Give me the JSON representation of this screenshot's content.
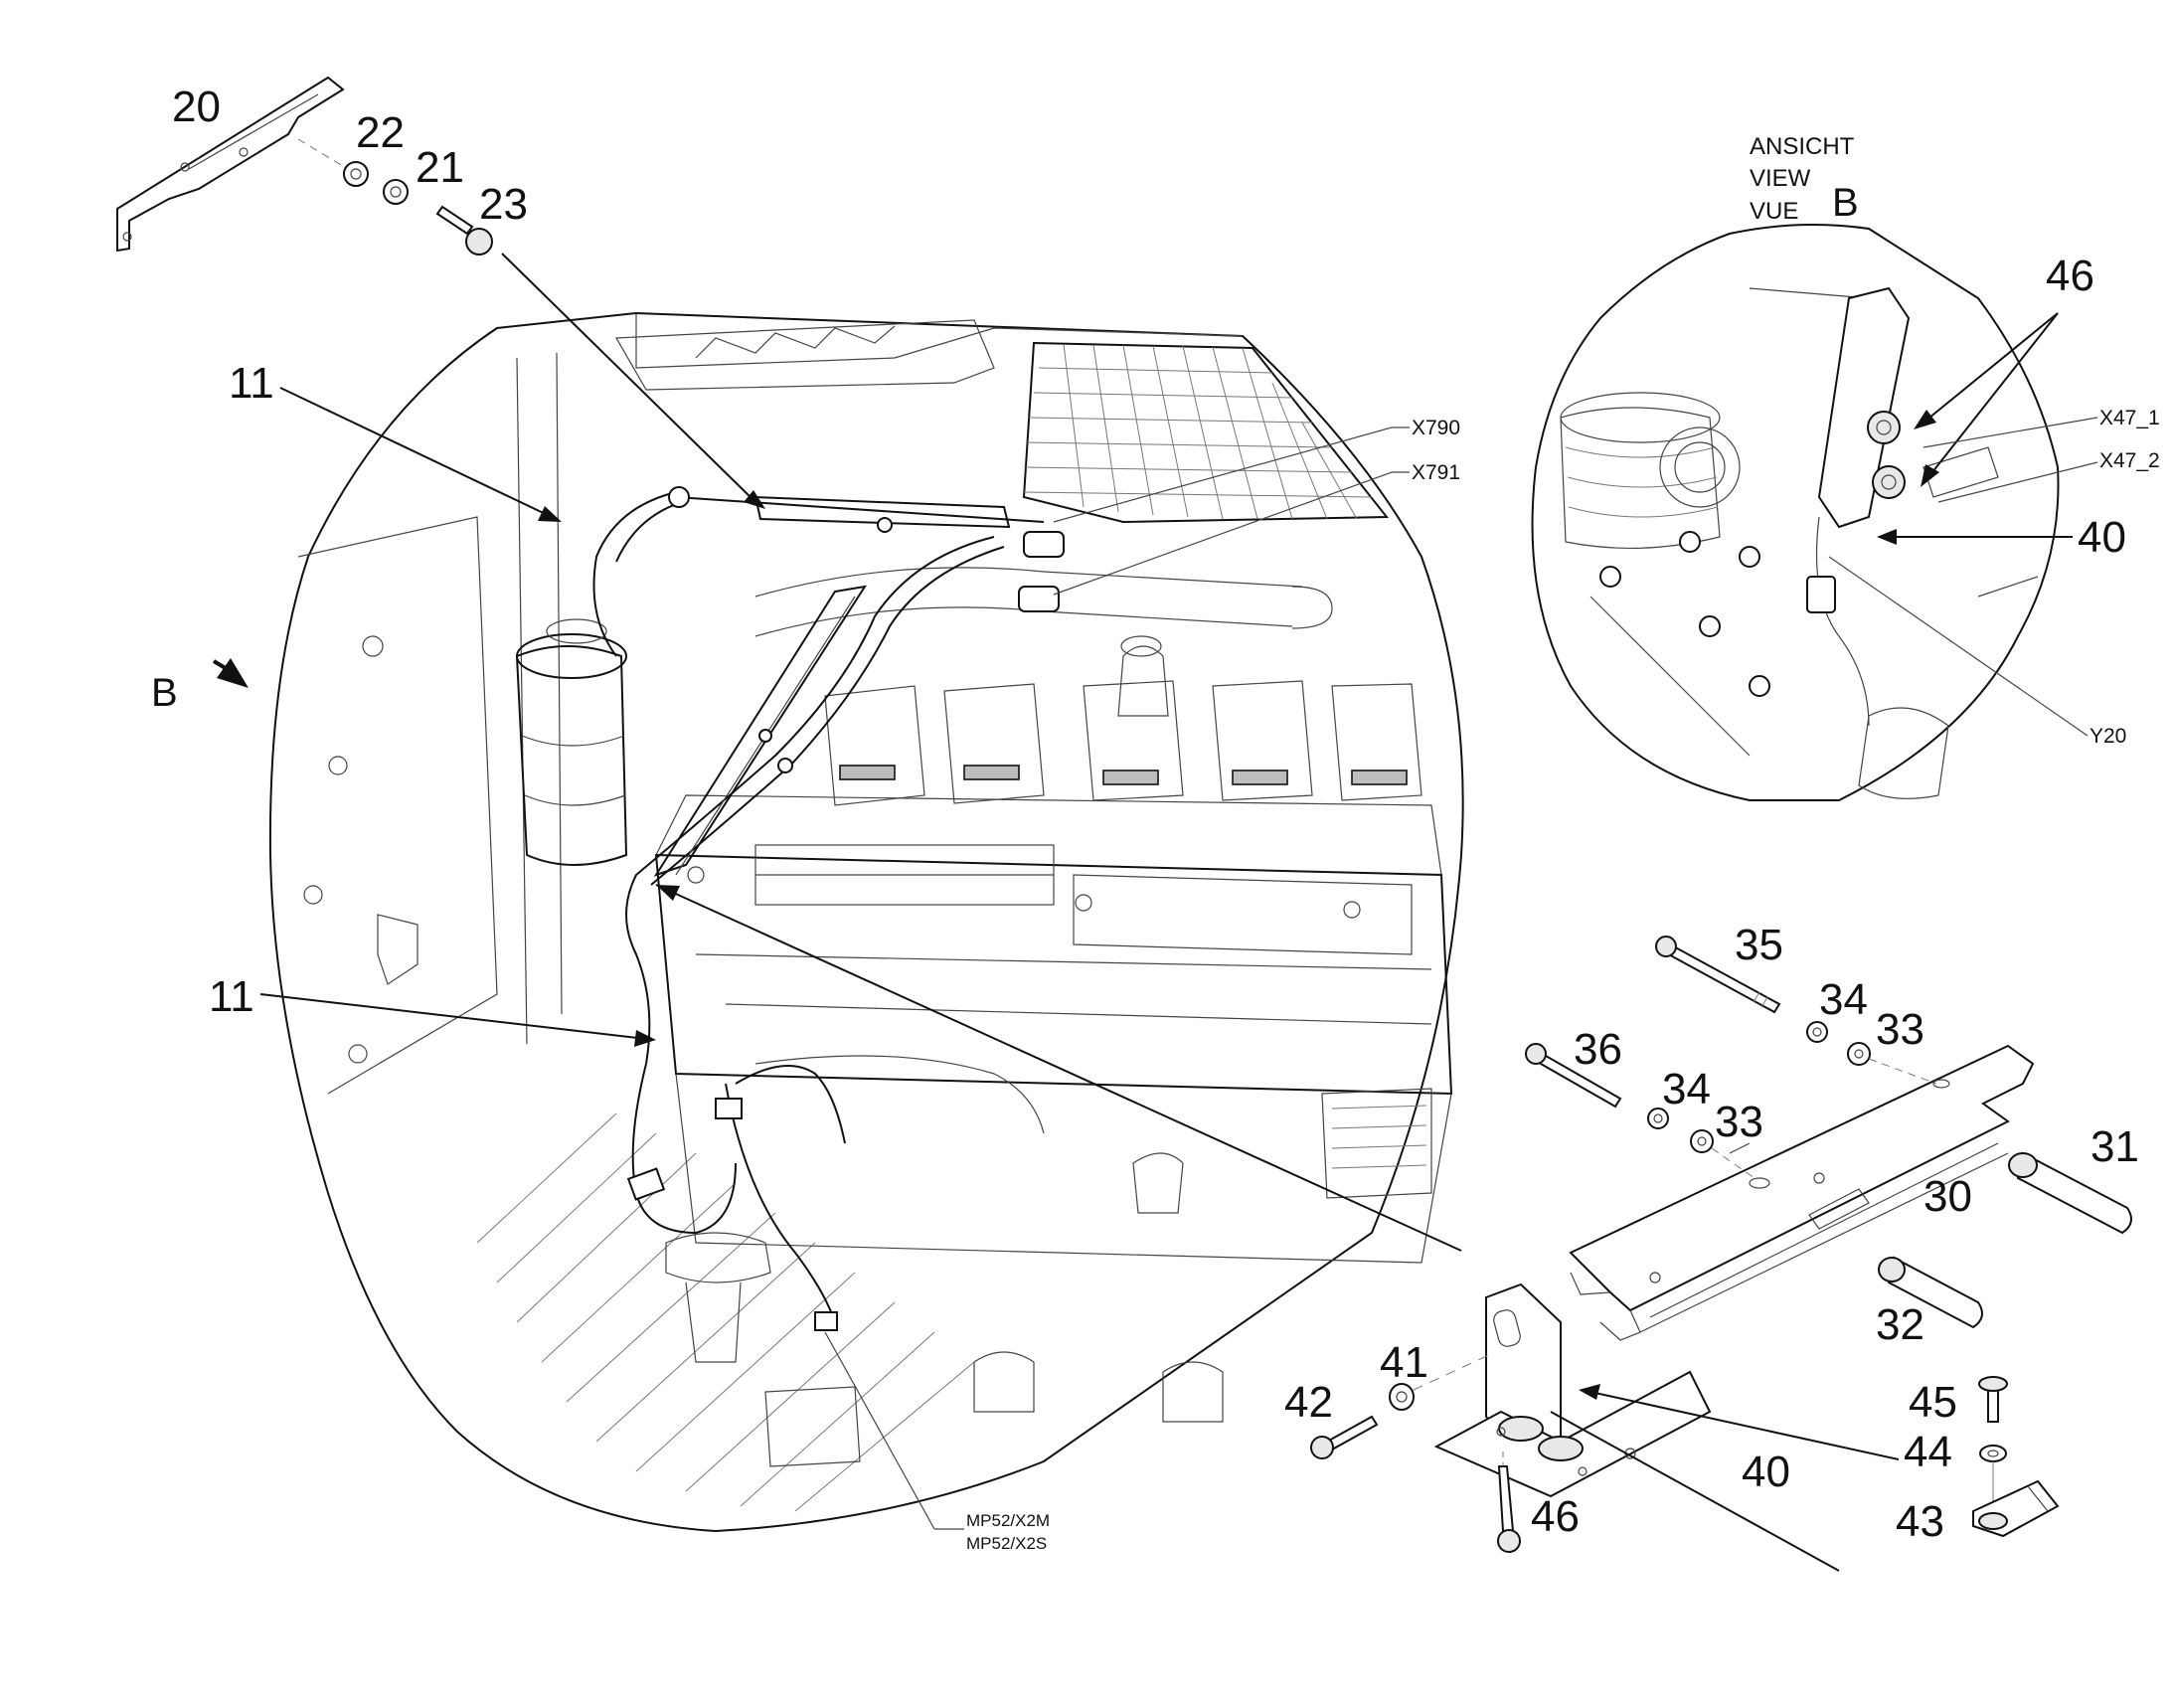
{
  "callouts": {
    "c20": "20",
    "c22": "22",
    "c21": "21",
    "c23": "23",
    "c11_top": "11",
    "c11_bottom": "11",
    "c46_detail": "46",
    "c40_detail": "40",
    "c35": "35",
    "c36": "36",
    "c34_a": "34",
    "c33_a": "33",
    "c34_b": "34",
    "c33_b": "33",
    "c31": "31",
    "c30": "30",
    "c32": "32",
    "c41": "41",
    "c42": "42",
    "c46_bottom": "46",
    "c40_bottom": "40",
    "c44": "44",
    "c45": "45",
    "c43": "43"
  },
  "connectors": {
    "x790": "X790",
    "x791": "X791",
    "x47_1": "X47_1",
    "x47_2": "X47_2",
    "y20": "Y20",
    "mp52_x2m": "MP52/X2M",
    "mp52_x2s": "MP52/X2S"
  },
  "view": {
    "line1": "ANSICHT",
    "line2": "VIEW",
    "line3": "VUE",
    "letter": "B",
    "arrow_label": "B"
  }
}
